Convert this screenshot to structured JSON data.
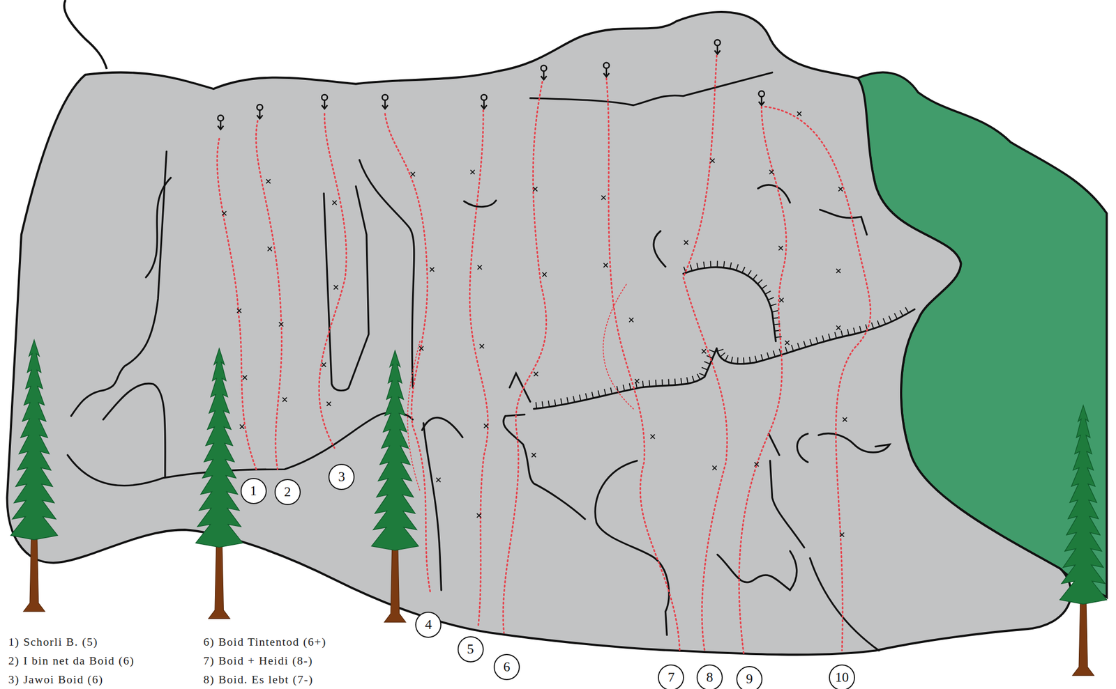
{
  "diagram": {
    "nodes": [
      {
        "text": [
          "1"
        ]
      },
      {
        "text": [
          "2"
        ]
      },
      {
        "text": [
          "3"
        ]
      },
      {
        "text": [
          "4"
        ]
      },
      {
        "text": [
          "5"
        ]
      },
      {
        "text": [
          "6"
        ]
      },
      {
        "text": [
          "7"
        ]
      },
      {
        "text": [
          "8"
        ]
      },
      {
        "text": [
          "9"
        ]
      },
      {
        "text": [
          "10"
        ]
      }
    ],
    "labels": [
      "1) Schorli B. (5)",
      "2) I bin net da Boid (6)",
      "3) Jawoi Boid (6)",
      "6) Boid Tintentod (6+)",
      "7) Boid + Heidi (8-)",
      "8) Boid. Es lebt (7-)"
    ]
  }
}
